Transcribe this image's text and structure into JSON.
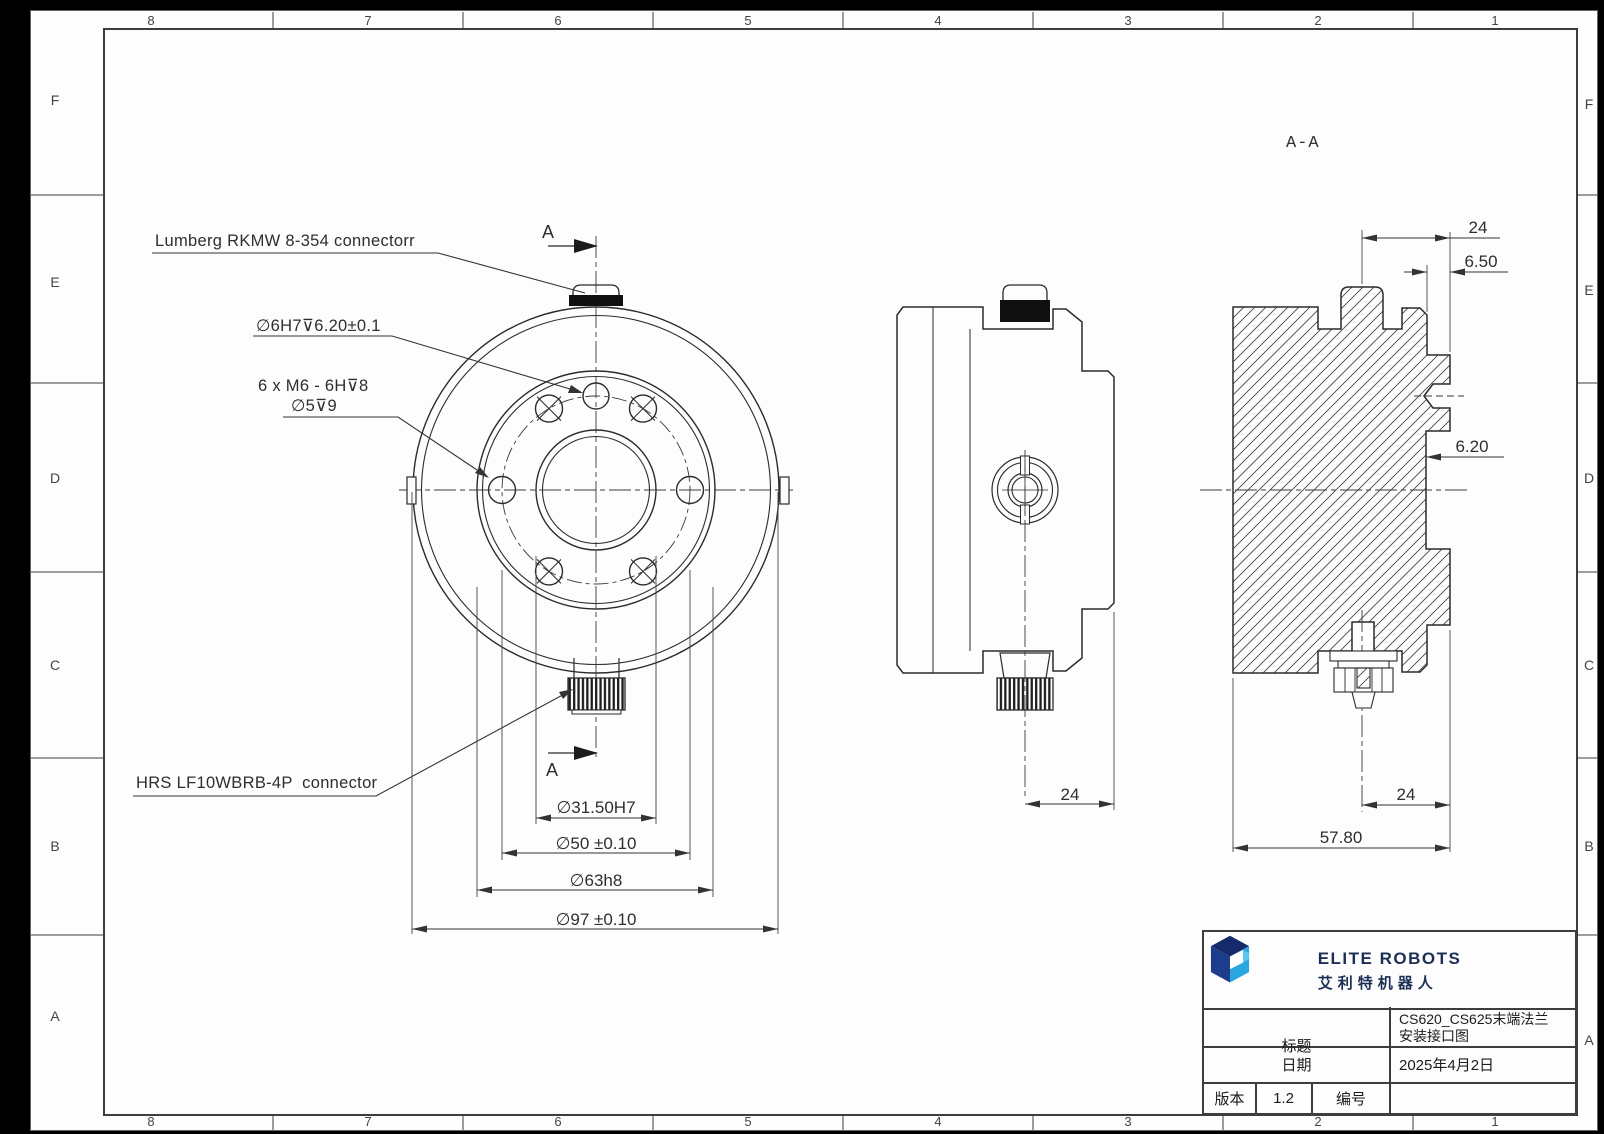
{
  "sheet": {
    "zones_top": [
      "8",
      "7",
      "6",
      "5",
      "4",
      "3",
      "2",
      "1"
    ],
    "zones_bottom": [
      "8",
      "7",
      "6",
      "5",
      "4",
      "3",
      "2",
      "1"
    ],
    "rows_left": [
      "F",
      "E",
      "D",
      "C",
      "B",
      "A"
    ],
    "rows_right": [
      "F",
      "E",
      "D",
      "C",
      "B",
      "A"
    ]
  },
  "annotations": {
    "lumberg": "Lumberg RKMW 8-354 connectorr",
    "dowel": "∅6H7⊽6.20±0.1",
    "m6_line1": "6 x M6 - 6H⊽8",
    "m6_line2": "∅5⊽9",
    "hrs": "HRS LF10WBRB-4P  connector"
  },
  "section_label": "A-A",
  "cut_markers": {
    "top": "A",
    "bottom": "A"
  },
  "dimensions": {
    "front_bore": "∅31.50H7",
    "front_bolt_circle": "∅50 ±0.10",
    "front_boss": "∅63h8",
    "front_outer": "∅97 ±0.10",
    "side_depth": "24",
    "section_top": "24",
    "section_flange": "6.50",
    "section_recess_depth": "6.20",
    "section_bottom": "24",
    "section_total": "57.80"
  },
  "title_block": {
    "brand_en": "ELITE ROBOTS",
    "brand_cn": "艾利特机器人",
    "title_label": "标题",
    "title_value_line1": "CS620_CS625末端法兰",
    "title_value_line2": "安装接口图",
    "date_label": "日期",
    "date_value": "2025年4月2日",
    "version_label": "版本",
    "version_value": "1.2",
    "number_label": "编号",
    "number_value": ""
  },
  "colors": {
    "line": "#2b2b2b",
    "logo_navy": "#1e3c8c",
    "logo_cyan": "#2ba7e0",
    "brand_text": "#1b2f55",
    "connector_band": "#101010"
  }
}
